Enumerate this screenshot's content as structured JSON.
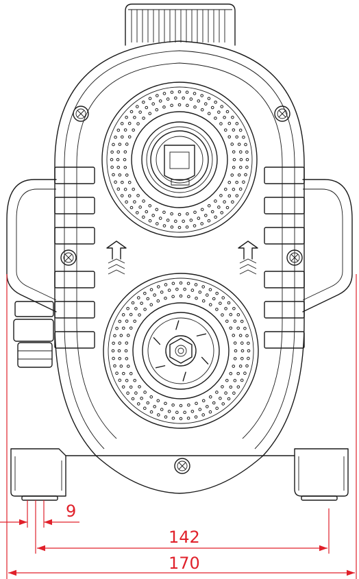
{
  "dimensions": {
    "small": "9",
    "middle": "142",
    "overall": "170"
  },
  "colors": {
    "outline": "#1a1a1a",
    "dimension": "#e0202a",
    "background": "#ffffff"
  },
  "icons": [
    "flow-arrow-icon",
    "screw-icon"
  ]
}
